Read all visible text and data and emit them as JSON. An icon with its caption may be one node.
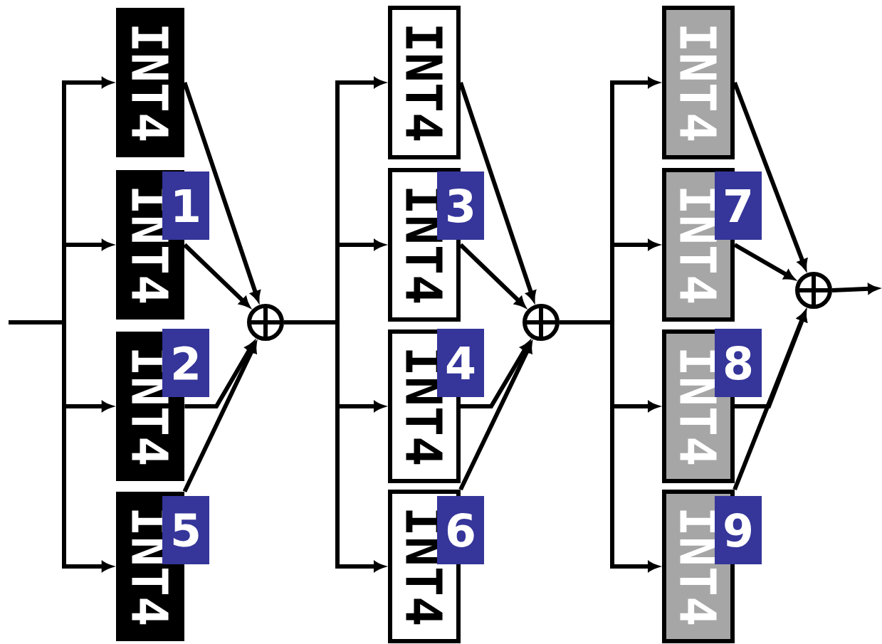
{
  "diagram": {
    "nodes": [
      {
        "text": [
          "INT4"
        ]
      },
      {
        "text": [
          "INT4"
        ]
      },
      {
        "text": [
          "INT4"
        ]
      },
      {
        "text": [
          "INT4"
        ]
      },
      {
        "text": [],
        "shape": "circle"
      },
      {
        "text": [
          "INT4"
        ]
      },
      {
        "text": [
          "INT4"
        ]
      },
      {
        "text": [
          "INT4"
        ]
      },
      {
        "text": [
          "INT4"
        ]
      },
      {
        "text": [],
        "shape": "circle"
      },
      {
        "text": [
          "INT4"
        ]
      },
      {
        "text": [
          "INT4"
        ]
      },
      {
        "text": [
          "INT4"
        ]
      },
      {
        "text": [
          "INT4"
        ]
      },
      {
        "text": [],
        "shape": "circle"
      },
      {
        "text": [
          "1"
        ]
      },
      {
        "text": [
          "2"
        ]
      },
      {
        "text": [
          "5"
        ]
      },
      {
        "text": [
          "3"
        ]
      },
      {
        "text": [
          "4"
        ]
      },
      {
        "text": [
          "6"
        ]
      },
      {
        "text": [
          "7"
        ]
      },
      {
        "text": [
          "8"
        ]
      },
      {
        "text": [
          "9"
        ]
      }
    ],
    "edges": [
      {
        "from": null,
        "to": 0,
        "arrow": "to"
      },
      {
        "from": null,
        "to": 1,
        "arrow": "to"
      },
      {
        "from": null,
        "to": 2,
        "arrow": "to"
      },
      {
        "from": null,
        "to": 3,
        "arrow": "to"
      },
      {
        "from": 0,
        "to": 4,
        "arrow": "to"
      },
      {
        "from": 1,
        "to": 4,
        "arrow": "to"
      },
      {
        "from": 2,
        "to": 4,
        "arrow": "to"
      },
      {
        "from": 3,
        "to": 4,
        "arrow": "to"
      },
      {
        "from": 4,
        "to": 5,
        "arrow": "to"
      },
      {
        "from": 4,
        "to": 6,
        "arrow": "to"
      },
      {
        "from": 4,
        "to": 7,
        "arrow": "to"
      },
      {
        "from": 4,
        "to": 8,
        "arrow": "to"
      },
      {
        "from": 5,
        "to": 9,
        "arrow": "to"
      },
      {
        "from": 6,
        "to": 9,
        "arrow": "to"
      },
      {
        "from": 7,
        "to": 9,
        "arrow": "to"
      },
      {
        "from": 8,
        "to": 9,
        "arrow": "to"
      },
      {
        "from": 9,
        "to": 10,
        "arrow": "to"
      },
      {
        "from": 9,
        "to": 11,
        "arrow": "to"
      },
      {
        "from": 9,
        "to": 12,
        "arrow": "to"
      },
      {
        "from": 9,
        "to": 13,
        "arrow": "to"
      },
      {
        "from": 10,
        "to": 14,
        "arrow": "to"
      },
      {
        "from": 11,
        "to": 14,
        "arrow": "to"
      },
      {
        "from": 12,
        "to": 14,
        "arrow": "to"
      },
      {
        "from": 13,
        "to": 14,
        "arrow": "to"
      },
      {
        "from": 14,
        "to": null,
        "arrow": "to"
      }
    ]
  }
}
